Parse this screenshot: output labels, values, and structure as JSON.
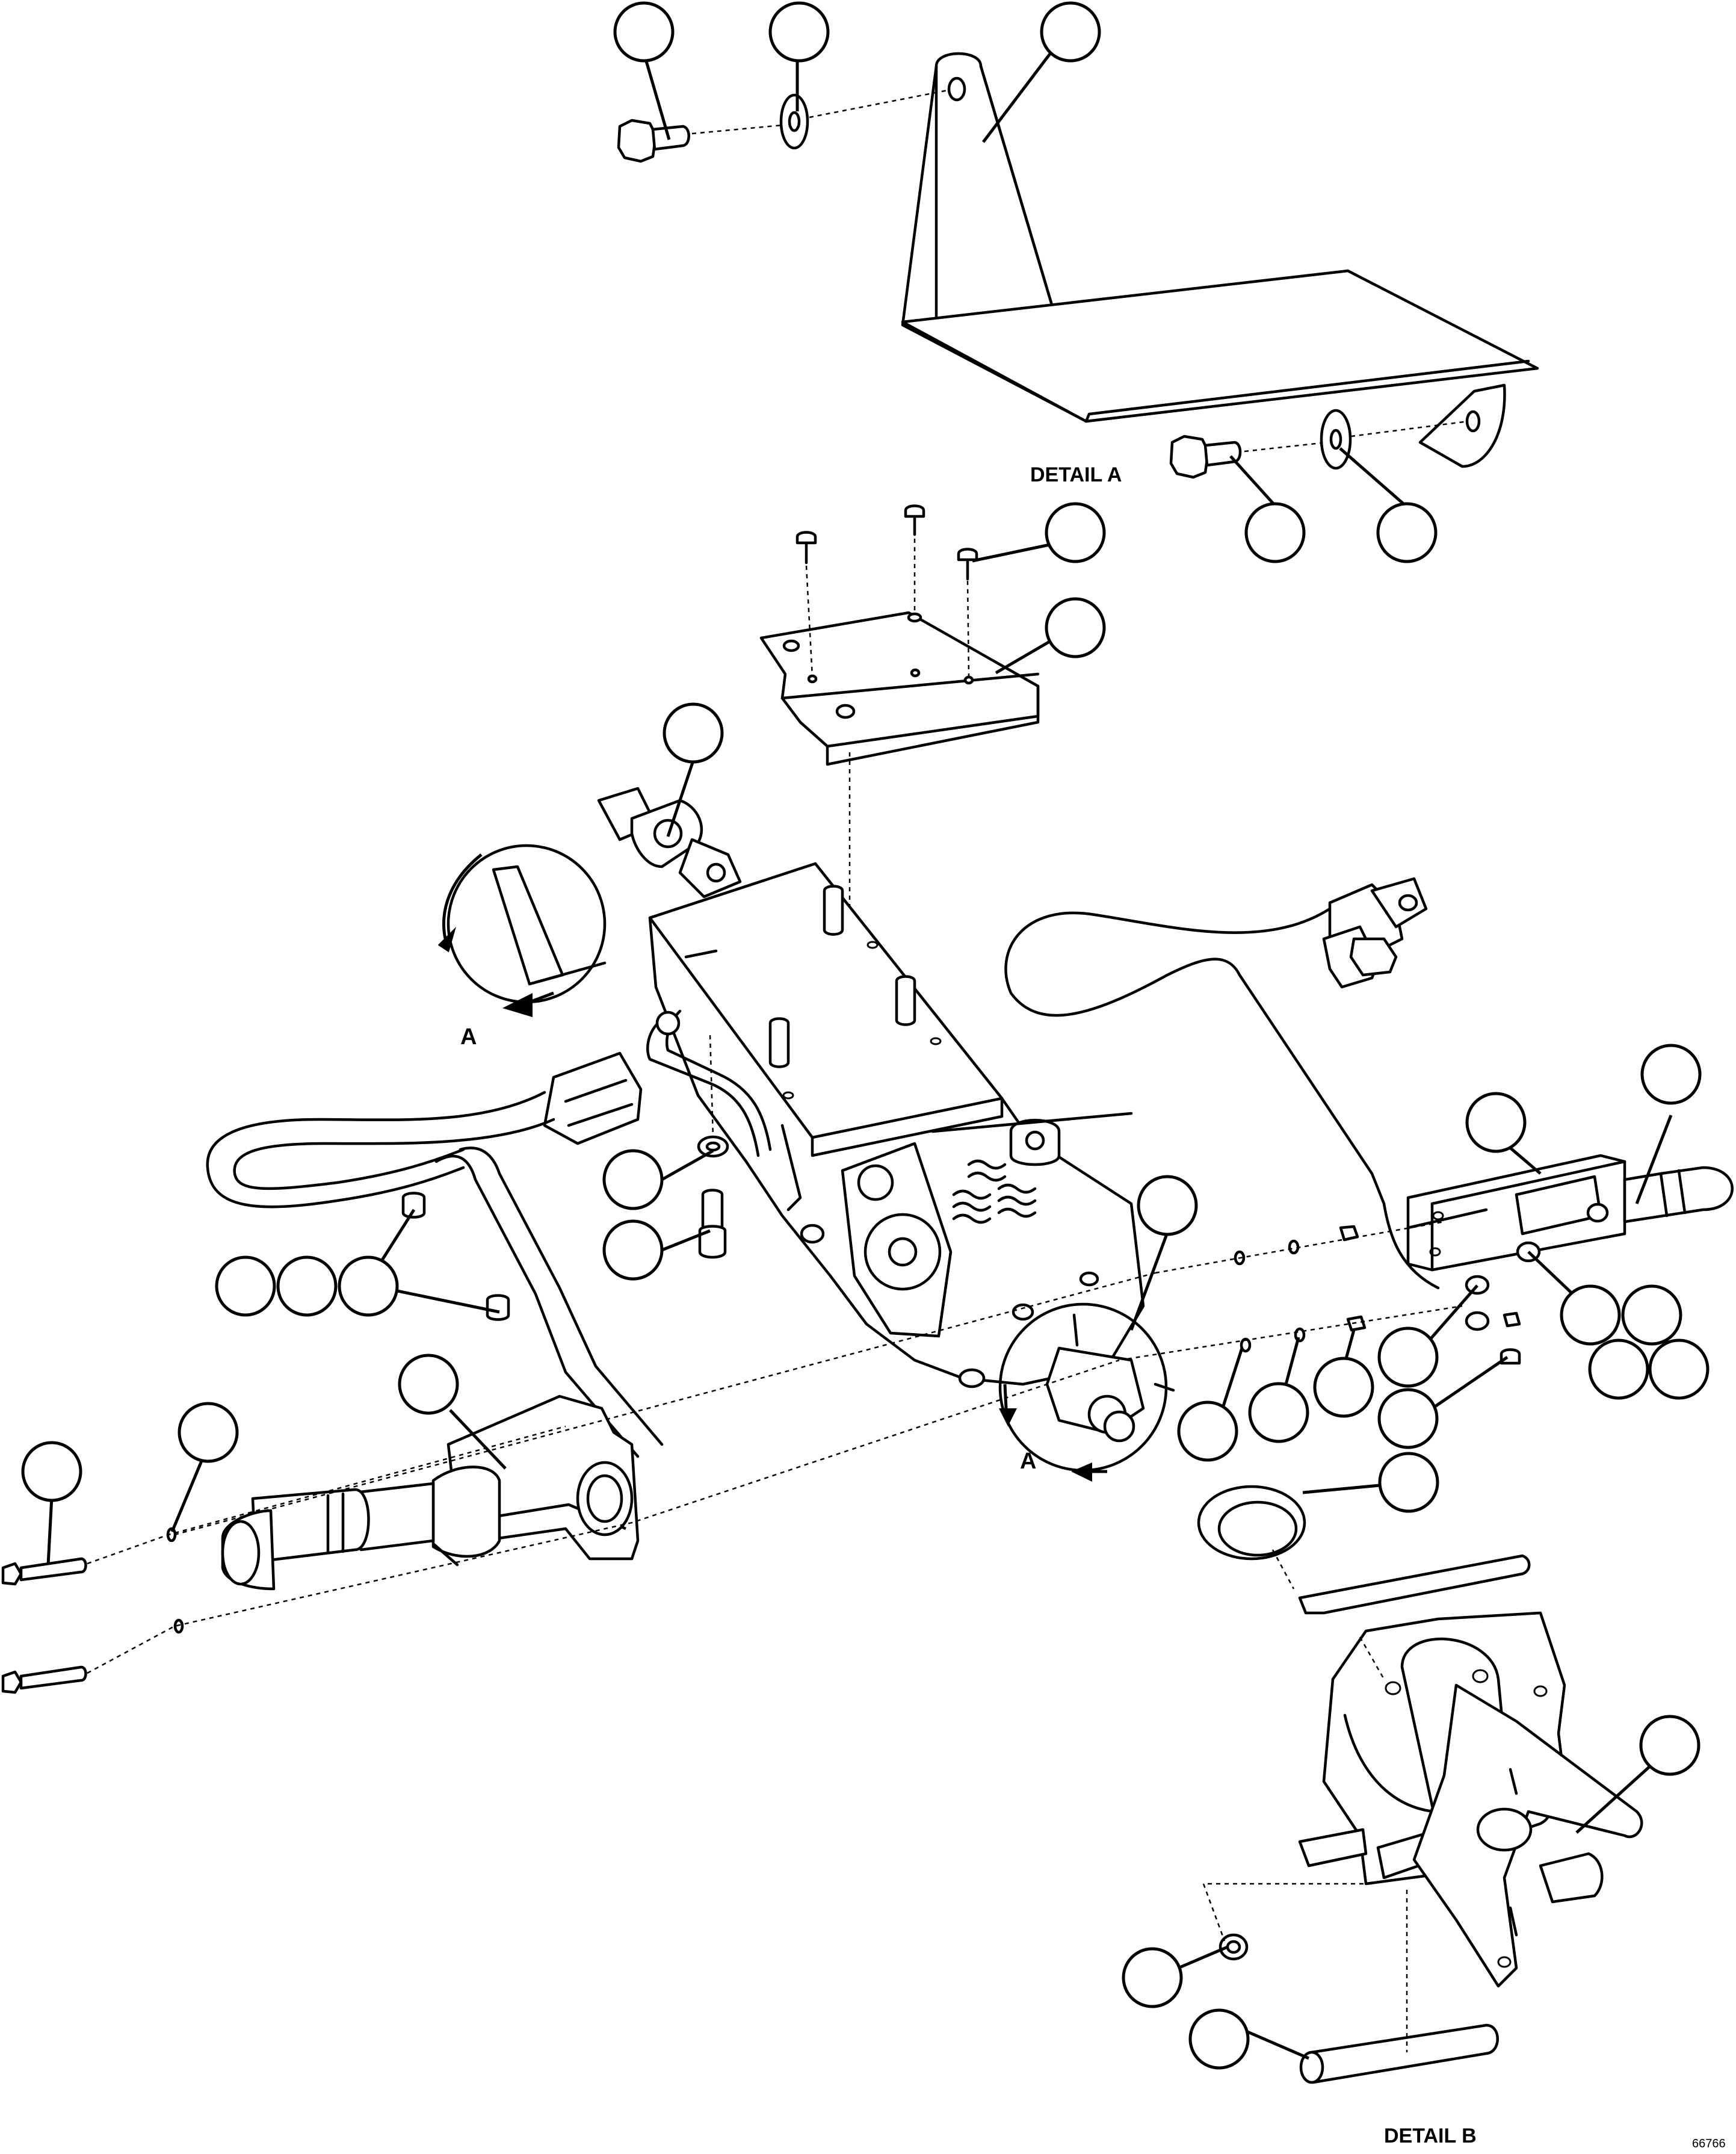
{
  "drawing": {
    "detail_a_label": "DETAIL A",
    "detail_b_label": "DETAIL B",
    "view_letter_upper": "A",
    "view_letter_lower": "A",
    "drawing_number": "66766"
  },
  "callouts": [
    "",
    "",
    "",
    "",
    "",
    "",
    "",
    "",
    "",
    "",
    "",
    "",
    "",
    "",
    "",
    "",
    "",
    "",
    "",
    "",
    "",
    "",
    "",
    "",
    "",
    "",
    "",
    "",
    "",
    "",
    "",
    "",
    "",
    ""
  ]
}
